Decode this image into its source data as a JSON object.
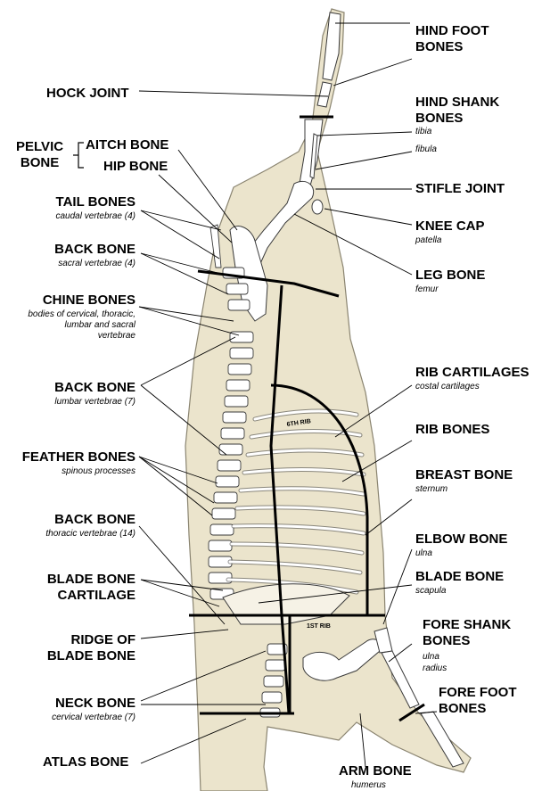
{
  "labels": {
    "hind_foot_bones": "HIND FOOT\nBONES",
    "hock_joint": "HOCK JOINT",
    "hind_shank_bones": "HIND SHANK\nBONES",
    "tibia": "tibia",
    "fibula": "fibula",
    "pelvic_bone": "PELVIC\nBONE",
    "aitch_bone": "AITCH BONE",
    "hip_bone": "HIP BONE",
    "stifle_joint": "STIFLE JOINT",
    "tail_bones": "TAIL BONES",
    "tail_bones_sub": "caudal vertebrae (4)",
    "knee_cap": "KNEE CAP",
    "knee_cap_sub": "patella",
    "back_bone_sacral": "BACK BONE",
    "back_bone_sacral_sub": "sacral vertebrae (4)",
    "leg_bone": "LEG BONE",
    "leg_bone_sub": "femur",
    "chine_bones": "CHINE BONES",
    "chine_bones_sub": "bodies of cervical, thoracic,\nlumbar and sacral\nvertebrae",
    "back_bone_lumbar": "BACK BONE",
    "back_bone_lumbar_sub": "lumbar vertebrae (7)",
    "rib_cartilages": "RIB CARTILAGES",
    "rib_cartilages_sub": "costal cartilages",
    "rib_bones": "RIB BONES",
    "feather_bones": "FEATHER BONES",
    "feather_bones_sub": "spinous processes",
    "breast_bone": "BREAST BONE",
    "breast_bone_sub": "sternum",
    "back_bone_thoracic": "BACK BONE",
    "back_bone_thoracic_sub": "thoracic vertebrae (14)",
    "elbow_bone": "ELBOW BONE",
    "elbow_bone_sub": "ulna",
    "blade_bone_cartilage": "BLADE BONE\nCARTILAGE",
    "blade_bone": "BLADE BONE",
    "blade_bone_sub": "scapula",
    "fore_shank_bones": "FORE SHANK\nBONES",
    "fore_shank_sub1": "ulna",
    "fore_shank_sub2": "radius",
    "ridge_of_blade_bone": "RIDGE OF\nBLADE BONE",
    "fore_foot_bones": "FORE FOOT\nBONES",
    "neck_bone": "NECK BONE",
    "neck_bone_sub": "cervical vertebrae (7)",
    "atlas_bone": "ATLAS BONE",
    "arm_bone": "ARM BONE",
    "arm_bone_sub": "humerus",
    "rib_6th": "6TH RIB",
    "rib_1st": "1ST RIB"
  },
  "colors": {
    "carcass_fill": "#ebe4cc",
    "carcass_stroke": "#8a8470",
    "bone_fill": "#ffffff",
    "bone_stroke": "#3a3a3a",
    "line": "#000000"
  }
}
